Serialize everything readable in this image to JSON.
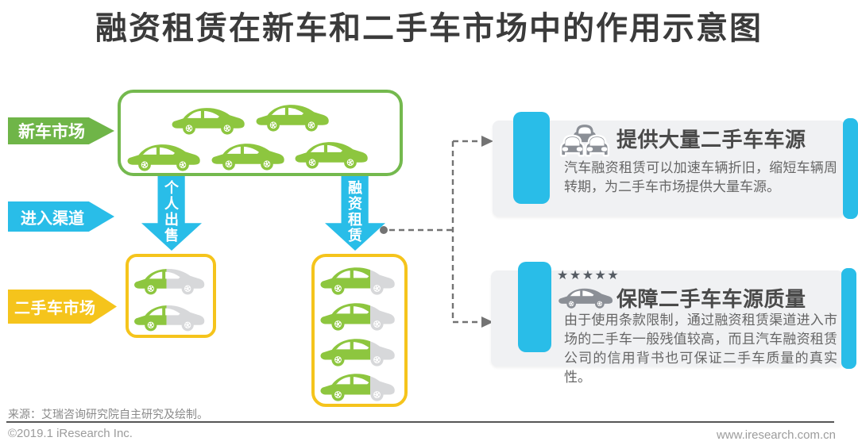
{
  "title": "融资租赁在新车和二手车市场中的作用示意图",
  "left_labels": {
    "new_car_market": "新车市场",
    "entry_channel": "进入渠道",
    "used_car_market": "二手车市场"
  },
  "flow": {
    "personal_sale_arrow": "个人出售",
    "finance_lease_arrow": "融资租赁",
    "new_car_count": 5,
    "personal_sale_car_count": 2,
    "finance_lease_car_count": 4
  },
  "benefit_panels": [
    {
      "icon": "three-cars-front-icon",
      "heading": "提供大量二手车车源",
      "body": "汽车融资租赁可以加速车辆折旧，缩短车辆周转期，为二手车市场提供大量车源。"
    },
    {
      "icon": "five-stars-car-icon",
      "stars": "★★★★★",
      "heading": "保障二手车车源质量",
      "body": "由于使用条款限制，通过融资租赁渠道进入市场的二手车一般残值较高，而且汽车融资租赁公司的信用背书也可保证二手车质量的真实性。"
    }
  ],
  "footer": {
    "source": "来源：艾瑞咨询研究院自主研究及绘制。",
    "copyright": "©2019.1 iResearch Inc.",
    "website": "www.iresearch.com.cn"
  },
  "colors": {
    "banner_green": "#6fb548",
    "car_green": "#8dc63f",
    "cyan": "#29bde8",
    "yellow": "#f5c41c",
    "panel_gray": "#f0f1f3",
    "icon_gray": "#8b8f96",
    "car_gray": "#d7d8da"
  }
}
